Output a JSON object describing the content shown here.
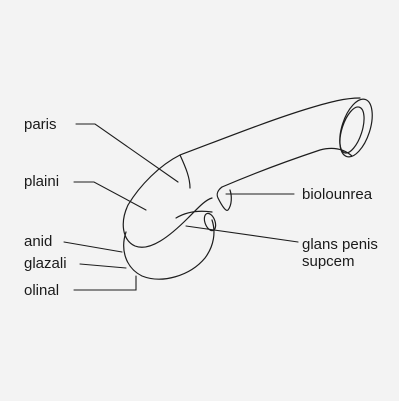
{
  "diagram": {
    "labels": {
      "paris": "paris",
      "plaini": "plaini",
      "anid": "anid",
      "glazali": "glazali",
      "olinal": "olinal",
      "biolounrea": "biolounrea",
      "glans_line1": "glans penis",
      "glans_line2": "supcem"
    },
    "colors": {
      "background": "#f3f3f3",
      "stroke": "#1d1d1d",
      "text": "#1a1a1a"
    }
  }
}
